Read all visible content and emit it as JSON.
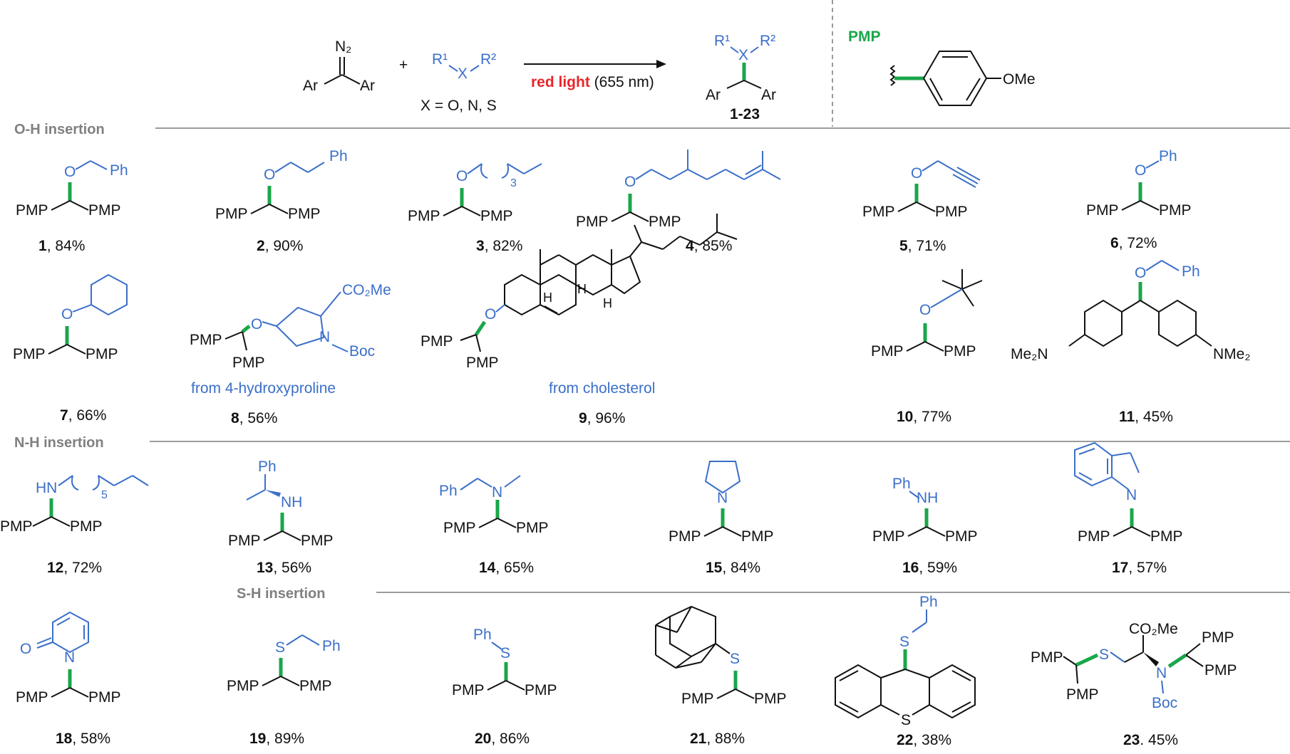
{
  "header": {
    "diazo_n2": "N₂",
    "ar_left": "Ar",
    "ar_right": "Ar",
    "plus": "+",
    "r1": "R¹",
    "r2": "R²",
    "x_atom": "X",
    "x_equals": "X = O, N, S",
    "red_light": "red light",
    "wavelength": " (655 nm)",
    "product_range": "1-23",
    "pmp_label": "PMP",
    "ome": "OMe"
  },
  "sections": {
    "oh": "O-H insertion",
    "nh": "N-H insertion",
    "sh": "S-H insertion"
  },
  "notes": {
    "c8": "from 4-hydroxyproline",
    "c9": "from cholesterol"
  },
  "compounds": [
    {
      "num": "1",
      "yield": ", 84%"
    },
    {
      "num": "2",
      "yield": ", 90%"
    },
    {
      "num": "3",
      "yield": ", 82%"
    },
    {
      "num": "4",
      "yield": ", 85%"
    },
    {
      "num": "5",
      "yield": ", 71%"
    },
    {
      "num": "6",
      "yield": ", 72%"
    },
    {
      "num": "7",
      "yield": ", 66%"
    },
    {
      "num": "8",
      "yield": ", 56%"
    },
    {
      "num": "9",
      "yield": ", 96%"
    },
    {
      "num": "10",
      "yield": ", 77%"
    },
    {
      "num": "11",
      "yield": ", 45%"
    },
    {
      "num": "12",
      "yield": ", 72%"
    },
    {
      "num": "13",
      "yield": ", 56%"
    },
    {
      "num": "14",
      "yield": ", 65%"
    },
    {
      "num": "15",
      "yield": ", 84%"
    },
    {
      "num": "16",
      "yield": ", 59%"
    },
    {
      "num": "17",
      "yield": ", 57%"
    },
    {
      "num": "18",
      "yield": ", 58%"
    },
    {
      "num": "19",
      "yield": ", 89%"
    },
    {
      "num": "20",
      "yield": ", 86%"
    },
    {
      "num": "21",
      "yield": ", 88%"
    },
    {
      "num": "22",
      "yield": ", 38%"
    },
    {
      "num": "23",
      "yield": ". 45%"
    }
  ],
  "atoms": {
    "pmp": "PMP",
    "ph": "Ph",
    "o": "O",
    "n": "N",
    "s": "S",
    "nh": "NH",
    "hn": "HN",
    "h": "H",
    "boc": "Boc",
    "co2me": "CO₂Me",
    "nme2": "NMe₂",
    "me2n": "Me₂N",
    "sub3": "3",
    "sub5": "5"
  },
  "colors": {
    "bond_highlight": "#1aa64a",
    "substituent": "#3b6fc9",
    "section_heading": "#808080",
    "red_light": "#e8262a"
  }
}
